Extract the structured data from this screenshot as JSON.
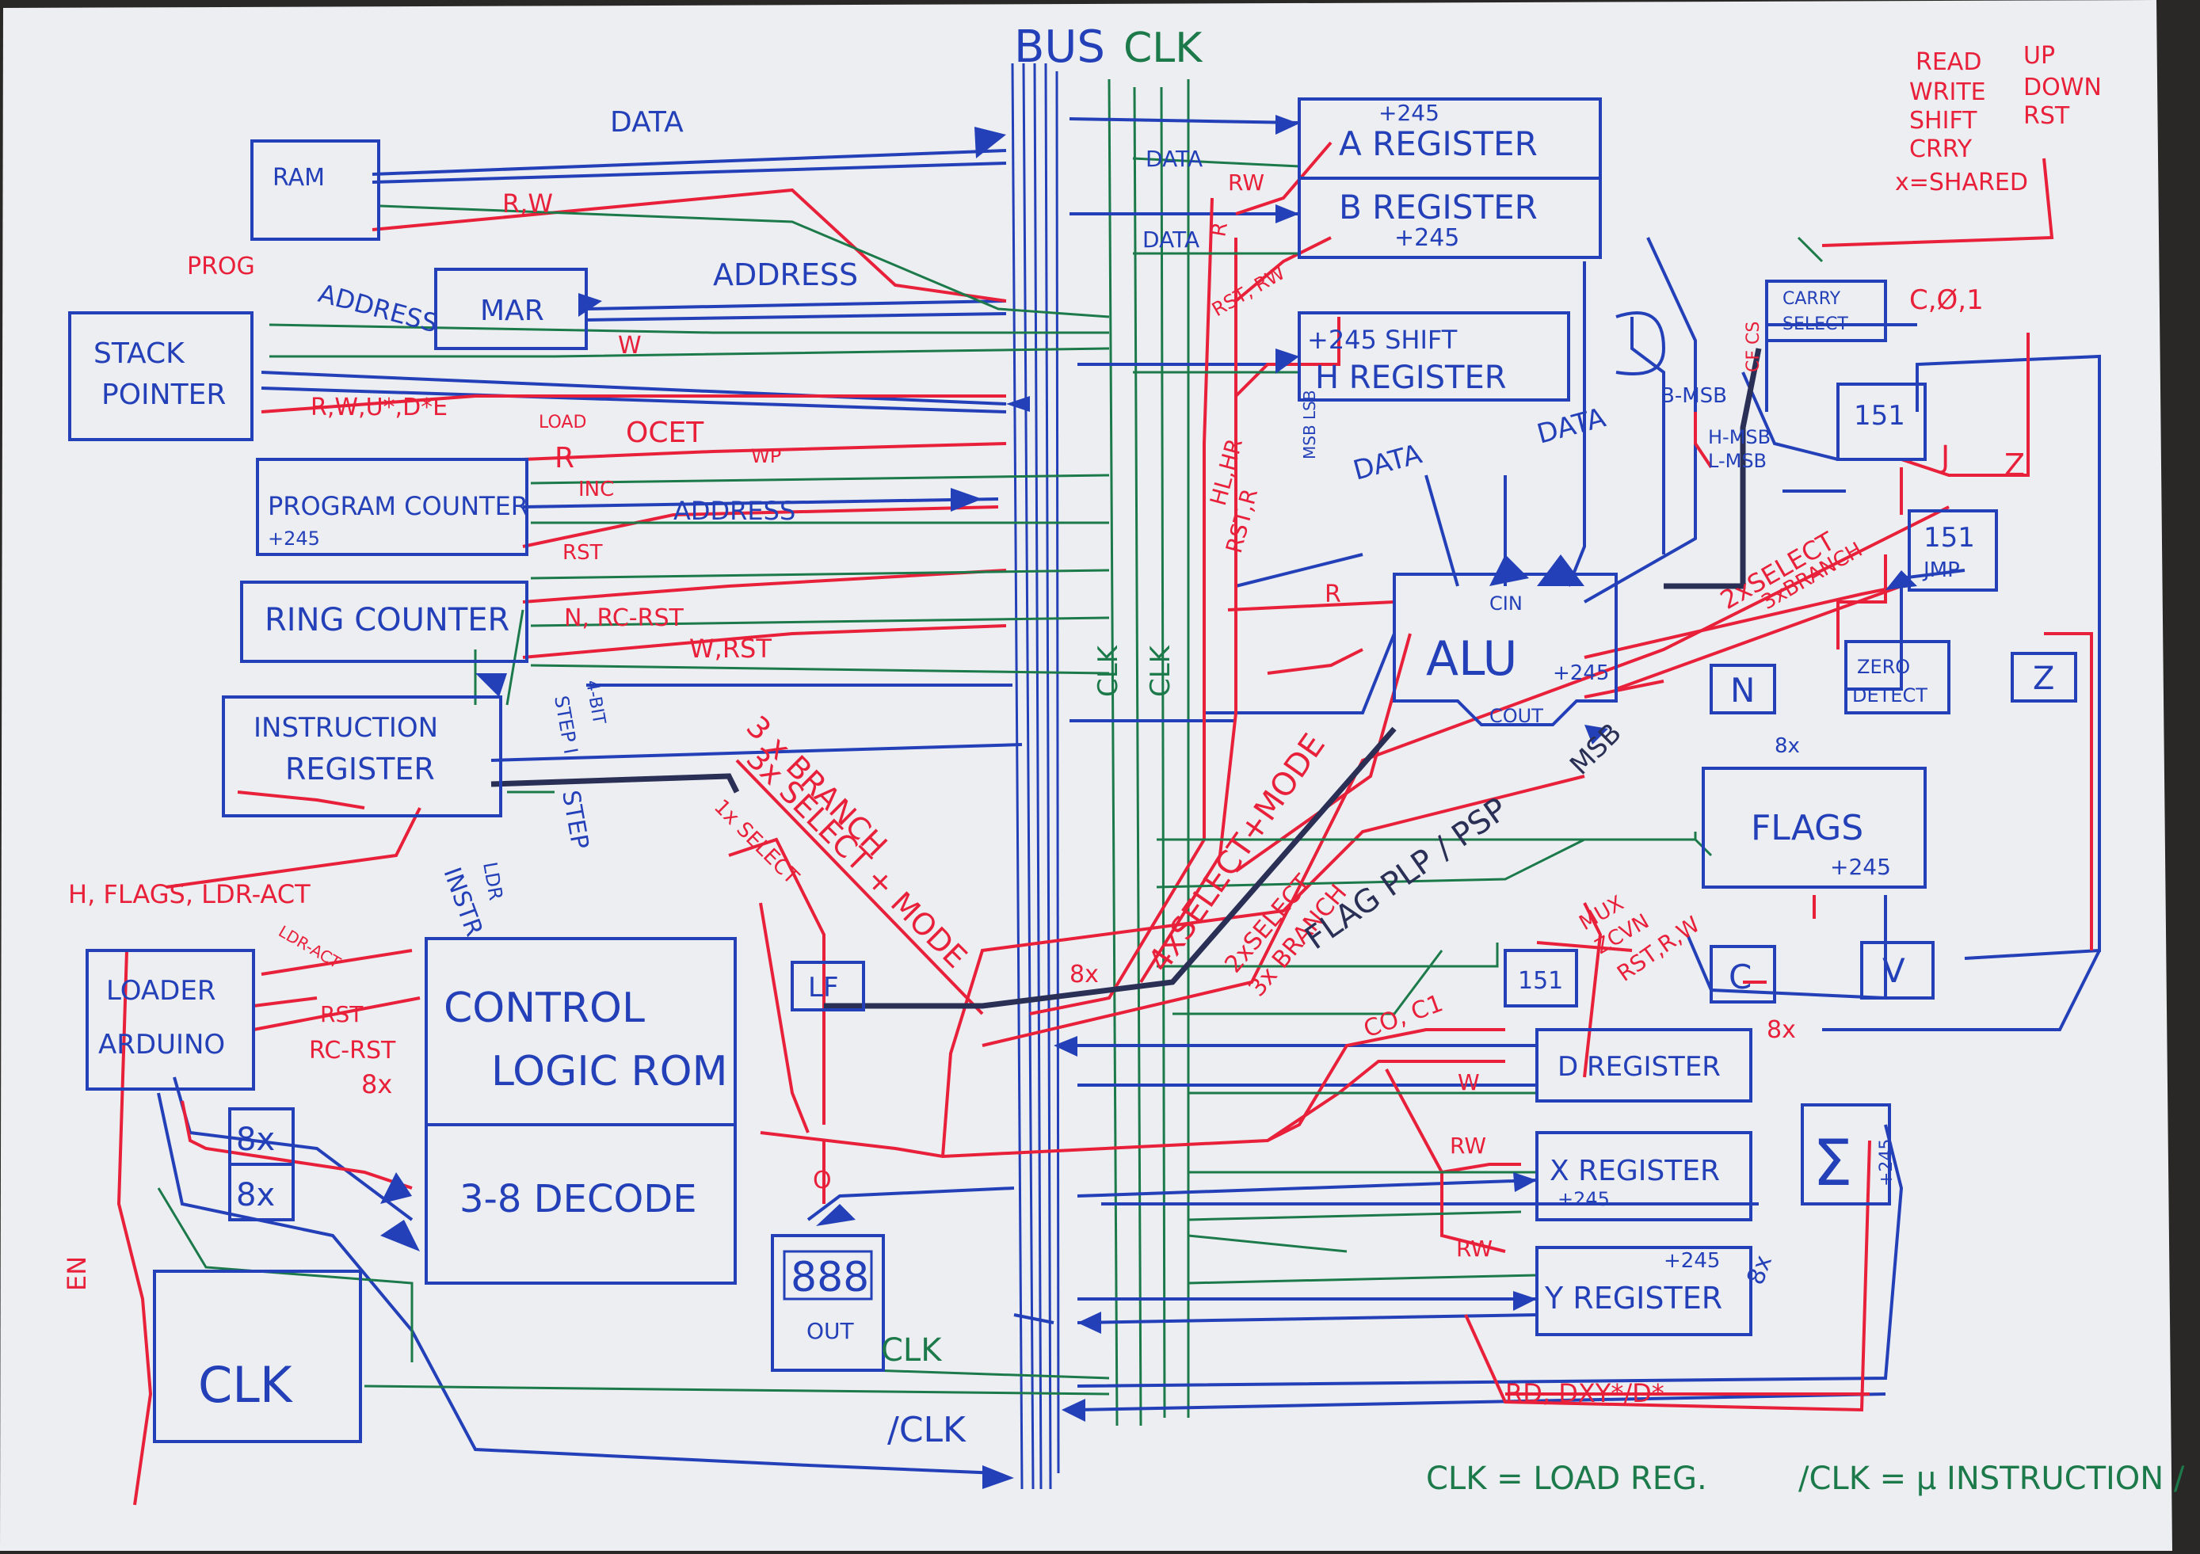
{
  "colors": {
    "paper": "#eceef4",
    "blue": "#2440b8",
    "red": "#e8203a",
    "green": "#1c7a4a",
    "dark": "#2a2f55"
  },
  "header": {
    "bus": "BUS",
    "clk": "CLK"
  },
  "legend": {
    "read": "READ",
    "up": "UP",
    "write": "WRITE",
    "down": "DOWN",
    "shift": "SHIFT",
    "rst": "RST",
    "crry": "CRRY",
    "shared": "x=SHARED"
  },
  "blocks": {
    "ram": "RAM",
    "mar": "MAR",
    "stack_pointer": [
      "STACK",
      "POINTER"
    ],
    "program_counter": [
      "PROGRAM COUNTER",
      "+245"
    ],
    "ring_counter": "RING COUNTER",
    "instruction_register": [
      "INSTRUCTION",
      "REGISTER"
    ],
    "loader_arduino": [
      "LOADER",
      "ARDUINO"
    ],
    "control_logic_rom": [
      "CONTROL",
      "LOGIC ROM"
    ],
    "decode": "3-8 DECODE",
    "clk_block": "CLK",
    "out": "OUT",
    "out_display": "888",
    "lf": "LF",
    "a_register": [
      "A  REGISTER",
      "+245"
    ],
    "b_register": [
      "B  REGISTER",
      "+245"
    ],
    "h_register": [
      "+245  SHIFT",
      "H  REGISTER"
    ],
    "carry_select": [
      "CARRY",
      "SELECT"
    ],
    "alu": "ALU",
    "alu_cin": "CIN",
    "alu_cout": "COUT",
    "alu_245": "+245",
    "mux151_top": "151",
    "mux151_jmp": [
      "151",
      "JMP"
    ],
    "mux151_flag": "151",
    "n_flag": "N",
    "zero_detect": [
      "ZERO",
      "DETECT"
    ],
    "z_flag": "Z",
    "flags": [
      "FLAGS",
      "+245"
    ],
    "c_flag": "C",
    "v_flag": "V",
    "d_register": "D REGISTER",
    "x_register": [
      "X REGISTER",
      "+245"
    ],
    "y_register": [
      "+245",
      "Y REGISTER"
    ],
    "sigma": "Σ",
    "sigma_245": "+245",
    "x8_a": "8x",
    "x8_b": "8x"
  },
  "labels": {
    "data_top": "DATA",
    "address_mid": "ADDRESS",
    "address_ram": "ADDRESS",
    "address_pc": "ADDRESS",
    "data_a": "DATA",
    "data_b": "DATA",
    "data_alu1": "DATA",
    "data_alu2": "DATA",
    "rw_ram": "R,W",
    "prog": "PROG",
    "w_mar": "W",
    "rw_sp": "R,W,U*,D*E",
    "load_pc": "LOAD",
    "r_pc": "R",
    "inc_pc": "INC",
    "rst_pc": "RST",
    "ocet": "OCET",
    "wp": "WP",
    "n_rc": "N, RC-RST",
    "w_rst": "W,RST",
    "rw_a": "RW",
    "rst_rw": "RST, RW",
    "r_b": "R",
    "hl_hr": "HL,HR",
    "rst_r": "RST,R",
    "r_alu": "R",
    "three_branch": "3 x BRANCH",
    "three_select": "3x SELECT + MODE",
    "one_select": "1x SELECT",
    "four_select": "4xSELECT+MODE",
    "two_select_alu": "2xSELECT",
    "three_branch_alu": "3x BRANCH",
    "flag_plp": "FLAG PLP / PSP",
    "msb": "MSB",
    "two_select": "2xSELECT",
    "three_branch_jmp": "3xBRANCH",
    "j_label": "J",
    "z_label": "Z",
    "b_msb": "B-MSB",
    "h_msb": "H-MSB",
    "l_msb": "L-MSB",
    "cf_cs": "CF CS",
    "c01": "C,Ø,1",
    "mux_label": "MUX",
    "zcvn": "ZCVN",
    "rst_rw2": "RST,R,W",
    "co_c1": "CO, C1",
    "w_d": "W",
    "rw_x": "RW",
    "rw_y": "RW",
    "rd_dxy": "RD, DXY*/D*",
    "x8_1": "8x",
    "x8_2": "8x",
    "x8_3": "8x",
    "x8_4": "8x",
    "x8_5": "8x",
    "h_flags": "H, FLAGS, LDR-ACT",
    "ldr_act": "LDR-ACT",
    "rst_ld": "RST",
    "rc_rst": "RC-RST",
    "en": "EN",
    "instr": "INSTR",
    "step": "STEP",
    "ldr": "LDR",
    "step_i": "STEP I",
    "four_bit": "4-BIT",
    "o_label": "O",
    "clk_out": "CLK",
    "nclk": "/CLK",
    "clk_vert1": "CLK",
    "clk_vert2": "CLK",
    "msb_lsb": "MSB LSB"
  },
  "footer": {
    "clk_eq": "CLK = LOAD REG.",
    "nclk_eq": "/CLK = μ INSTRUCTION /"
  }
}
